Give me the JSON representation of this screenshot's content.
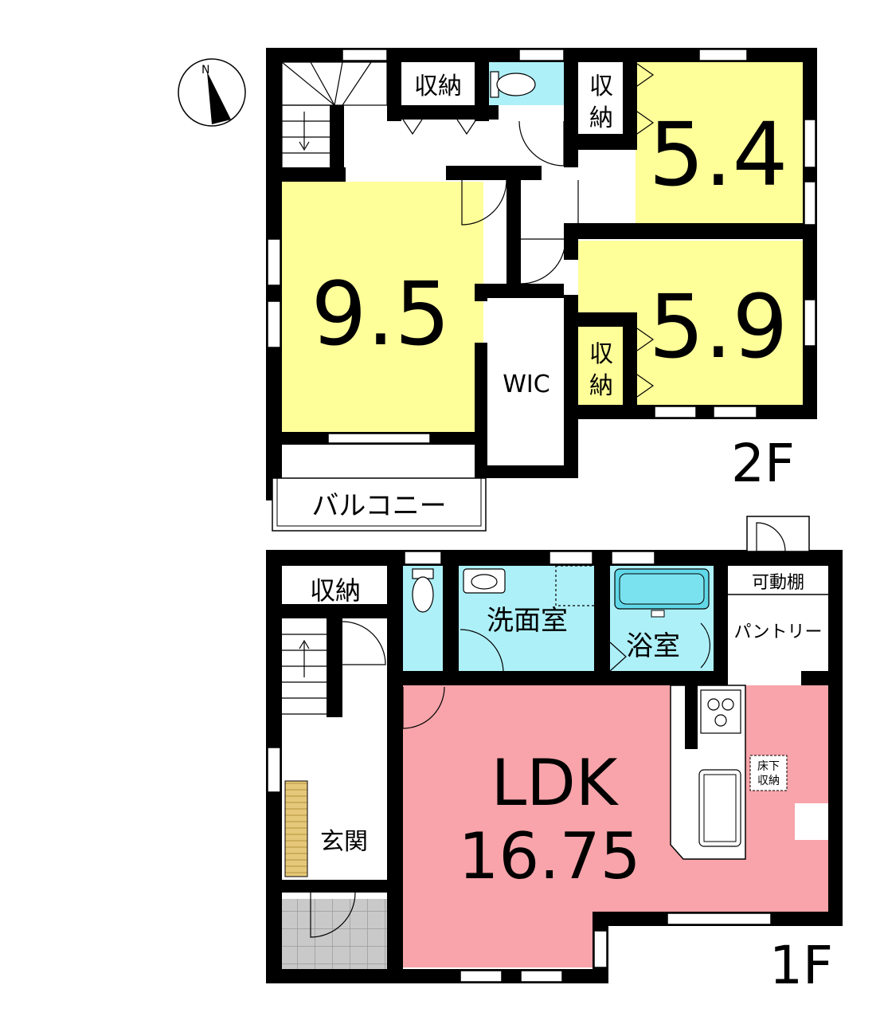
{
  "compass": {
    "north_label": "N"
  },
  "floor2": {
    "floor_label": "2F",
    "rooms": {
      "bedroom_large": "9.5",
      "bedroom_ne": "5.4",
      "bedroom_se": "5.9",
      "wic": "WIC",
      "storage_hall": "収納",
      "storage_ne": [
        "収",
        "納"
      ],
      "storage_se": [
        "収",
        "納"
      ],
      "balcony": "バルコニー"
    }
  },
  "floor1": {
    "floor_label": "1F",
    "rooms": {
      "ldk_name": "LDK",
      "ldk_size": "16.75",
      "storage": "収納",
      "washroom": "洗面室",
      "bathroom": "浴室",
      "movable_shelf": "可動棚",
      "pantry": "パントリー",
      "entrance": "玄関",
      "underfloor_storage": [
        "床下",
        "収納"
      ]
    }
  },
  "colors": {
    "bedroom": "#ffff99",
    "wet_area": "#aef0f8",
    "ldk": "#f8a4aa",
    "wall": "#000000",
    "porch_tile": "#c8c8c8",
    "shoe_box": "#e8c878"
  }
}
